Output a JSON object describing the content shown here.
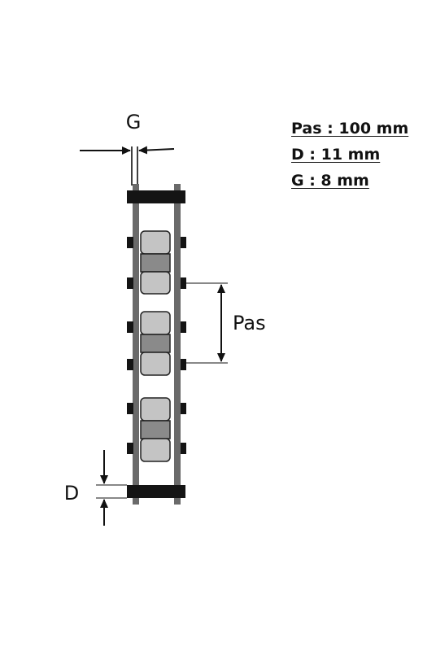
{
  "labels": {
    "gap": "G",
    "pitch": "Pas",
    "diameter": "D"
  },
  "specs": [
    "Pas : 100 mm",
    "D : 11 mm",
    "G : 8 mm"
  ],
  "colors": {
    "plate": "#6a6a6a",
    "pin": "#141414",
    "roller": "#c4c4c4",
    "bushing": "#8a8a8a",
    "line": "#111111"
  }
}
